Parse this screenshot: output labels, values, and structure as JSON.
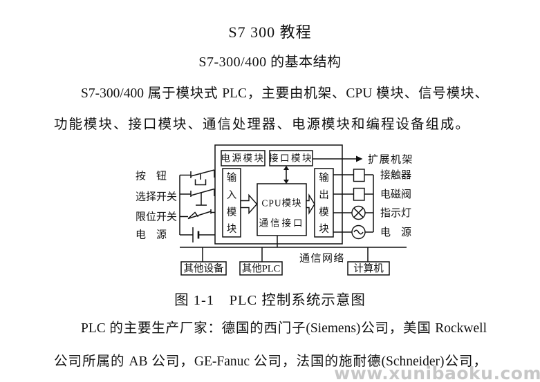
{
  "page": {
    "title": "S7 300 教程",
    "subtitle": "S7-300/400 的基本结构",
    "para1_line1": "S7-300/400 属于模块式 PLC，主要由机架、CPU 模块、信号模块、",
    "para1_line2": "功能模块、接口模块、通信处理器、电源模块和编程设备组成。",
    "figure_caption": "图 1-1　PLC 控制系统示意图",
    "para2_line1": "PLC 的主要生产厂家：德国的西门子(Siemens)公司，美国 Rockwell",
    "para2_line2": "公司所属的 AB 公司，GE-Fanuc 公司，法国的施耐德(Schneider)公司，",
    "watermark": "www.xunibaoku.com"
  },
  "diagram": {
    "power_module": "电源模块",
    "interface_module": "接口模块",
    "expansion_rack": "扩展机架",
    "cpu_module": "CPU模块",
    "comm_interface": "通信接口",
    "input_module_chars": [
      "输",
      "入",
      "模",
      "块"
    ],
    "output_module_chars": [
      "输",
      "出",
      "模",
      "块"
    ],
    "left_labels": [
      "按　钮",
      "选择开关",
      "限位开关",
      "电　源"
    ],
    "right_labels": [
      "接触器",
      "电磁阀",
      "指示灯",
      "电　源"
    ],
    "comm_network": "通信网络",
    "bottom_boxes": [
      "其他设备",
      "其他PLC",
      "计算机"
    ]
  }
}
